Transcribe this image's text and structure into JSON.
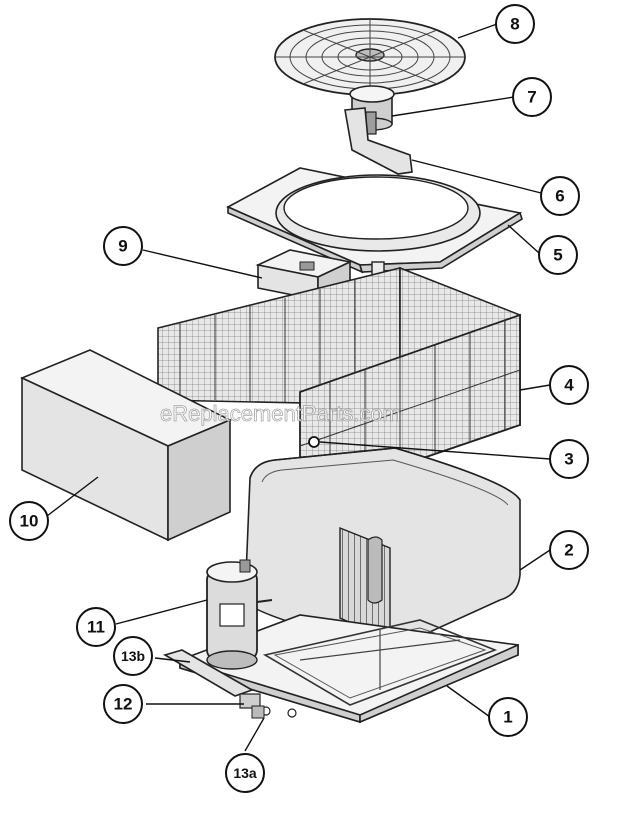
{
  "watermark": "eReplacementParts.com",
  "callouts": [
    {
      "id": "1",
      "label": "1"
    },
    {
      "id": "2",
      "label": "2"
    },
    {
      "id": "3",
      "label": "3"
    },
    {
      "id": "4",
      "label": "4"
    },
    {
      "id": "5",
      "label": "5"
    },
    {
      "id": "6",
      "label": "6"
    },
    {
      "id": "7",
      "label": "7"
    },
    {
      "id": "8",
      "label": "8"
    },
    {
      "id": "9",
      "label": "9"
    },
    {
      "id": "10",
      "label": "10"
    },
    {
      "id": "11",
      "label": "11"
    },
    {
      "id": "12",
      "label": "12"
    },
    {
      "id": "13a",
      "label": "13a"
    },
    {
      "id": "13b",
      "label": "13b"
    }
  ]
}
